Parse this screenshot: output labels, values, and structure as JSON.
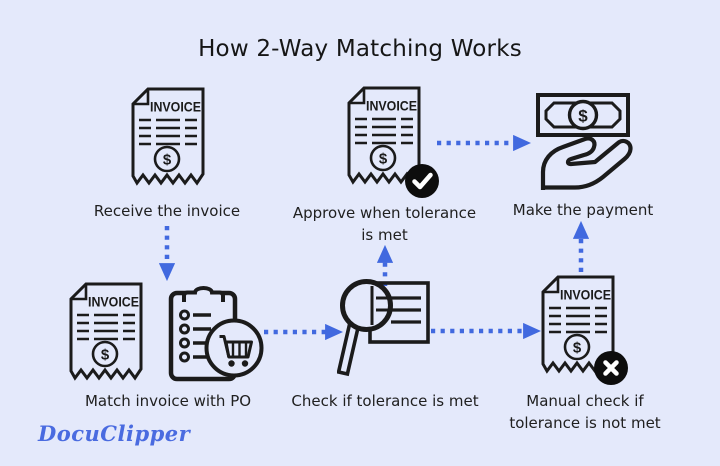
{
  "title": "How 2-Way Matching Works",
  "brand": {
    "name": "DocuClipper"
  },
  "colors": {
    "background": "#e4e9fb",
    "arrow_blue": "#4169df",
    "icon_ink": "#1b1b1b",
    "badge_black": "#0d0d0d",
    "text": "#202020",
    "brand_blue": "#4a6be0"
  },
  "icon_text": {
    "invoice": "INVOICE",
    "dollar": "$"
  },
  "steps": {
    "receive": {
      "label": "Receive the invoice"
    },
    "match": {
      "label": "Match invoice with PO"
    },
    "check": {
      "label": "Check if tolerance is met"
    },
    "approve": {
      "label": "Approve when tolerance is met"
    },
    "manual": {
      "label": "Manual check if tolerance is not met"
    },
    "pay": {
      "label": "Make the payment"
    }
  }
}
